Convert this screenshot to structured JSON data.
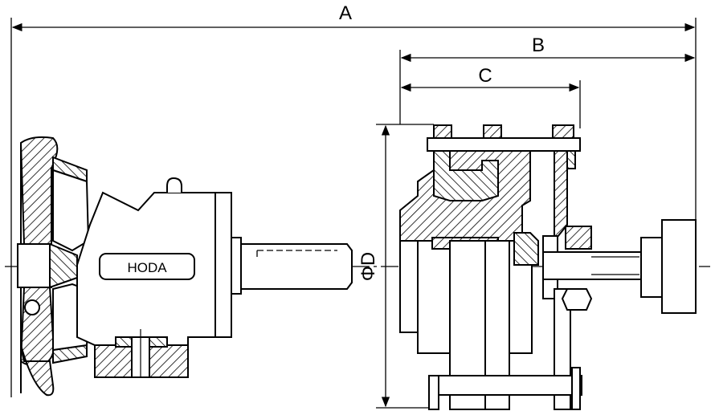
{
  "dimensions": {
    "a_label": "A",
    "b_label": "B",
    "c_label": "C",
    "d_label": "ΦD"
  },
  "brand": {
    "text": "HODA"
  }
}
